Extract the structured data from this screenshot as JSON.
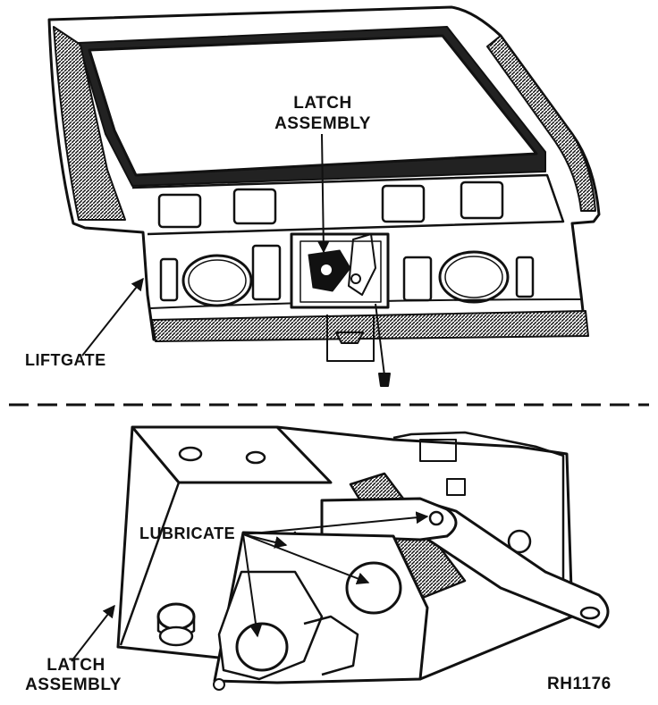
{
  "figure": {
    "labels": {
      "top_latch_line1": "LATCH",
      "top_latch_line2": "ASSEMBLY",
      "liftgate": "LIFTGATE",
      "lubricate": "LUBRICATE",
      "bottom_latch_line1": "LATCH",
      "bottom_latch_line2": "ASSEMBLY",
      "figure_code": "RH1176"
    }
  }
}
